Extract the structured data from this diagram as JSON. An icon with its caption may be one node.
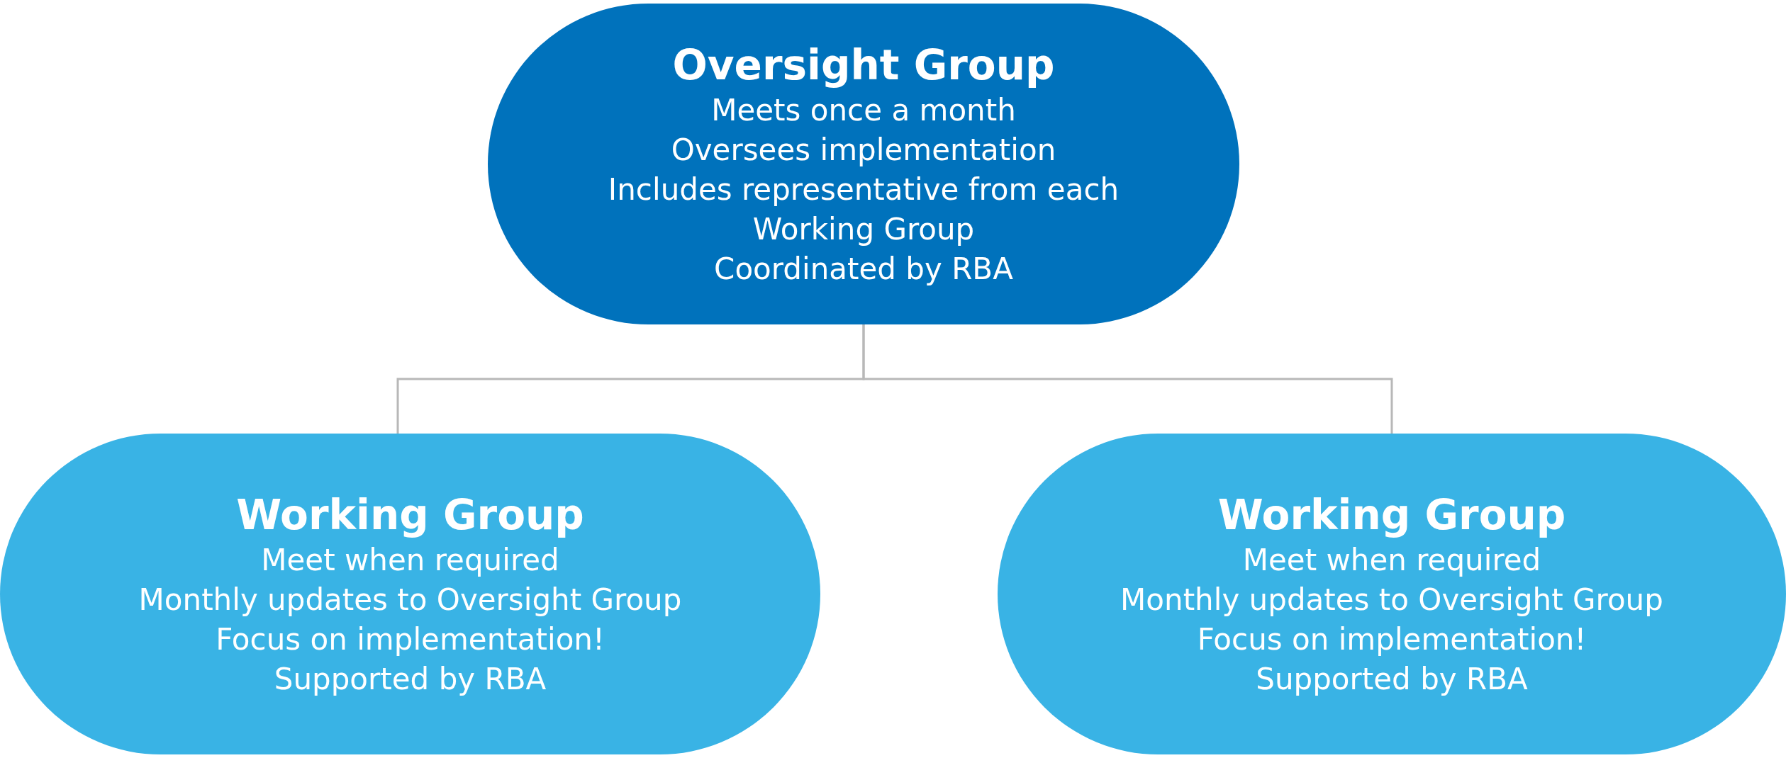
{
  "diagram": {
    "nodes": [
      {
        "text": [
          "Oversight Group",
          "Meets once a month",
          "Oversees implementation",
          "Includes representative from each Working Group",
          "Coordinated by RBA"
        ]
      },
      {
        "text": [
          "Working Group",
          "Meet when required",
          "Monthly updates to Oversight Group",
          "Focus on implementation!",
          "Supported by RBA"
        ]
      },
      {
        "text": [
          "Working Group",
          "Meet when required",
          "Monthly updates to Oversight Group",
          "Focus on implementation!",
          "Supported by RBA"
        ]
      }
    ],
    "edges": [
      {
        "from": 0,
        "to": 1,
        "arrow": "none"
      },
      {
        "from": 0,
        "to": 2,
        "arrow": "none"
      }
    ]
  }
}
